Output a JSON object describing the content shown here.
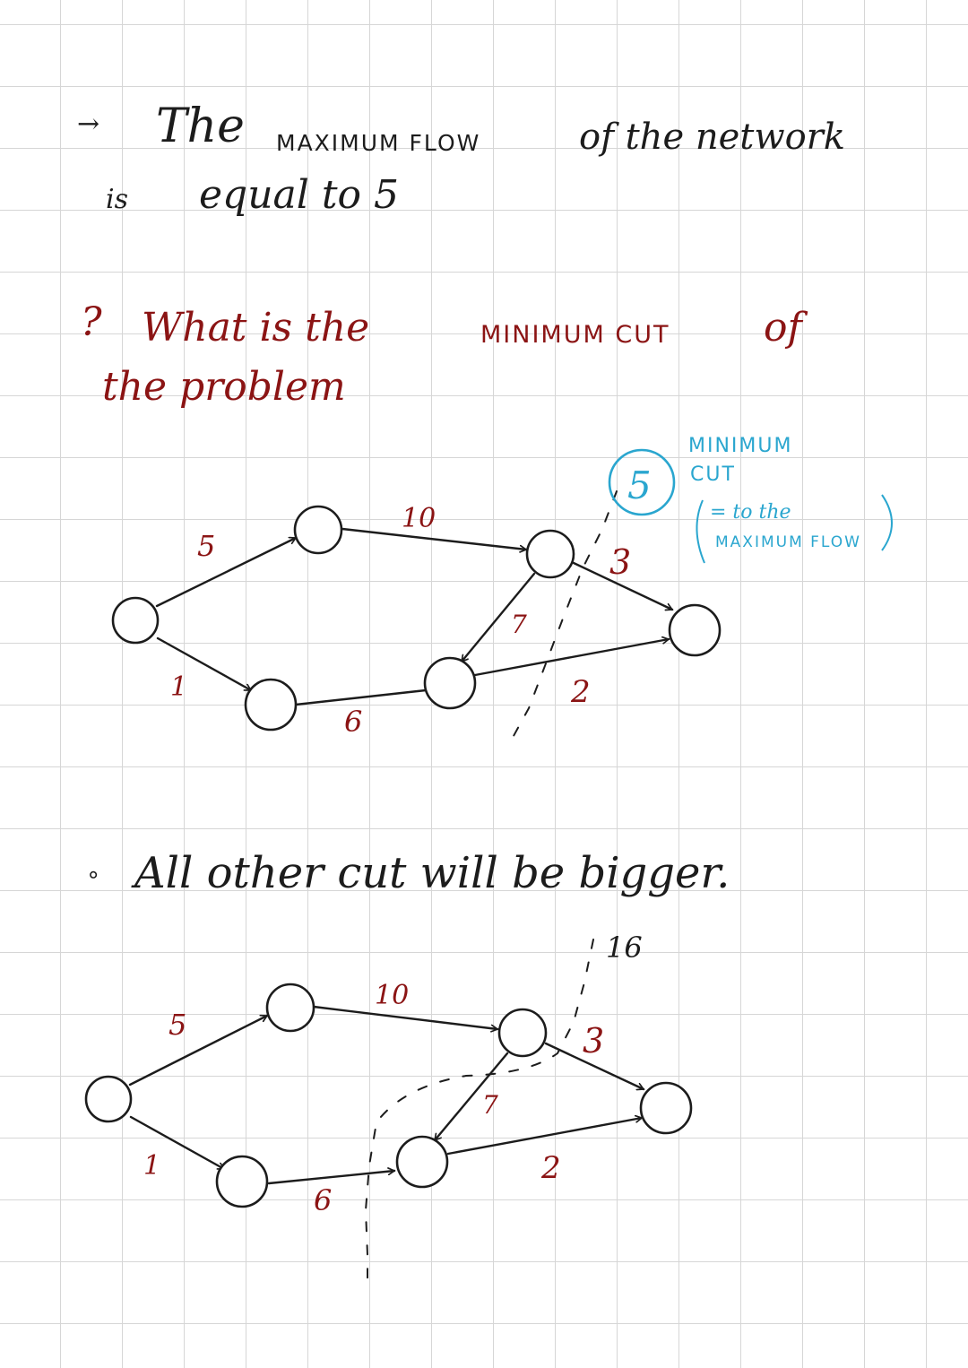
{
  "statement": {
    "arrow": "→",
    "the": "The",
    "max_flow": "MAXIMUM FLOW",
    "of_network": "of the network",
    "is": "is",
    "equal": "equal to 5"
  },
  "question": {
    "mark": "?",
    "line1_a": "What is the",
    "min_cut": "MINIMUM CUT",
    "line1_b": "of",
    "line2": "the problem"
  },
  "graph1": {
    "capacities": {
      "e_s_a": "5",
      "e_s_b": "1",
      "e_a_c": "10",
      "e_b_d": "6",
      "e_c_d": "7",
      "e_c_t": "3",
      "e_d_t": "2"
    },
    "cut_value": "5",
    "note": {
      "line1": "MINIMUM",
      "line2": "CUT",
      "line3": "= to the",
      "line4": "MAXIMUM FLOW"
    }
  },
  "bullet": {
    "dot": "∘",
    "text": "All other cut will be bigger."
  },
  "graph2": {
    "capacities": {
      "e_s_a": "5",
      "e_s_b": "1",
      "e_a_c": "10",
      "e_b_d": "6",
      "e_c_d": "7",
      "e_c_t": "3",
      "e_d_t": "2"
    },
    "cut_value": "16"
  },
  "colors": {
    "ink_black": "#1c1c1c",
    "ink_red": "#8b1414",
    "ink_blue": "#2aa6cf",
    "grid": "#d6d6d6"
  }
}
